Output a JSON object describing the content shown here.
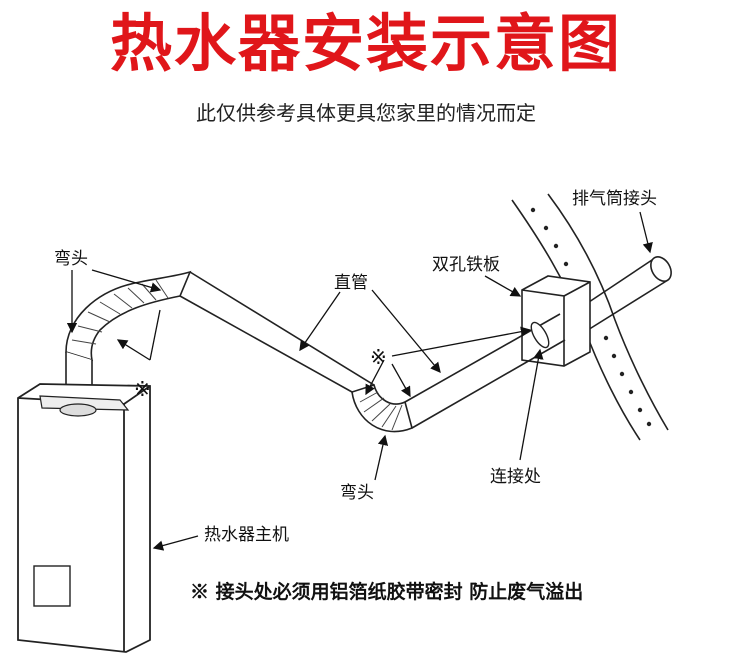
{
  "title": "热水器安装示意图",
  "subtitle": "此仅供参考具体更具您家里的情况而定",
  "labels": {
    "elbow_top": "弯头",
    "straight_pipe": "直管",
    "double_hole_plate": "双孔铁板",
    "exhaust_connector": "排气筒接头",
    "connection": "连接处",
    "elbow_bottom": "弯头",
    "heater_main": "热水器主机"
  },
  "markers": {
    "star": "※"
  },
  "note": "※ 接头处必须用铝箔纸胶带密封  防止废气溢出"
}
